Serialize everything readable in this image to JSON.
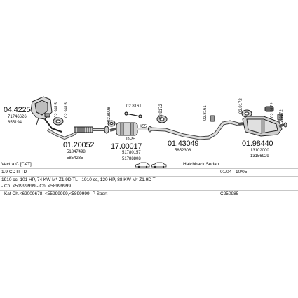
{
  "parts": {
    "p1": {
      "number": "04.4225",
      "refs": [
        "71746626",
        "855194"
      ]
    },
    "p2": {
      "number": "01.20052",
      "refs": [
        "51847498",
        "5854235"
      ]
    },
    "p3": {
      "number": "17.00017",
      "refs": [
        "51780157",
        "51788808"
      ],
      "tag": "DPF"
    },
    "p4": {
      "number": "01.43049",
      "refs": [
        "5852308"
      ]
    },
    "p5": {
      "number": "01.98440",
      "refs": [
        "13102000",
        "13156929"
      ]
    }
  },
  "accessories": {
    "a1": "02.9415",
    "a2": "02.9415",
    "a3": "02.8998",
    "a4": "02.8161",
    "a5": "02.9172",
    "a6": "02.8161",
    "a7": "02.9172",
    "a8": "02.9172",
    "n55": "#55"
  },
  "info": {
    "model": "Vectra C  [CAT]",
    "body_type": "Hatchback Sedan",
    "engine": "1.9 CDTI TD",
    "dates": "01/04 - 10/05",
    "spec": "1910 cc, 101 HP, 74 KW M* Z1.9D TL - 1910 cc, 120 HP, 88 KW M* Z1.9D T-",
    "chassis": "- Ch. <51999999 - Ch. <58999999",
    "notes": "- Kat Ch.<62009678, <55999999,<5899999- P Sport",
    "code": "C250985"
  }
}
